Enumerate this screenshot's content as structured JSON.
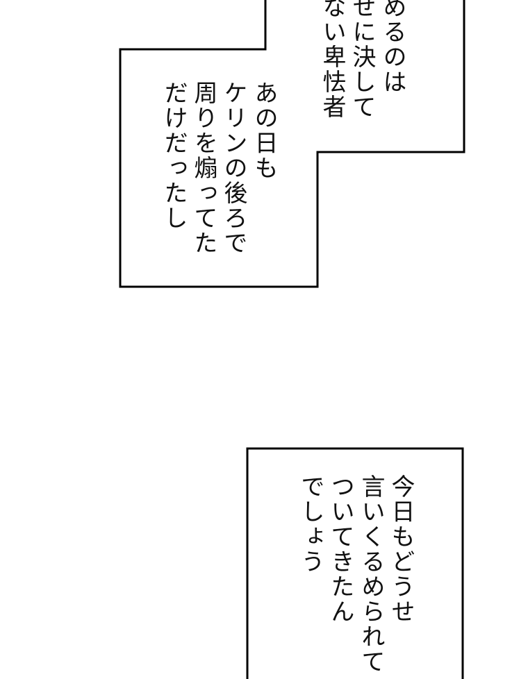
{
  "panels": [
    {
      "lines": [
        "めるのは",
        "せに決して",
        "ない卑怯者"
      ]
    },
    {
      "lines": [
        "あの日も",
        "ケリンの後ろで",
        "周りを煽ってた",
        "だけだったし"
      ]
    },
    {
      "lines": [
        "今日もどうせ",
        "言いくるめられて",
        "ついてきたん",
        "でしょう"
      ]
    }
  ],
  "colors": {
    "border": "#000000",
    "background": "#ffffff",
    "text": "#111111"
  }
}
